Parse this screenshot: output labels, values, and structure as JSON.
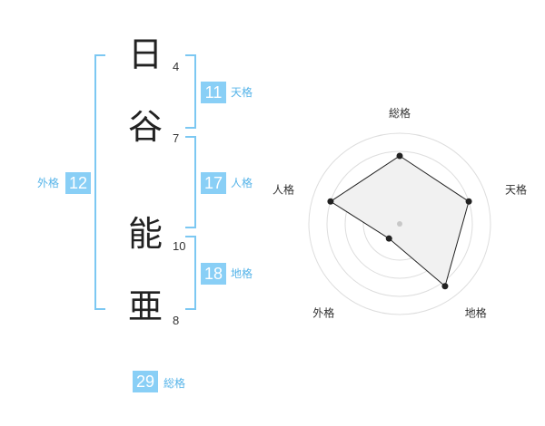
{
  "name": {
    "chars": [
      "日",
      "谷",
      "能",
      "亜"
    ],
    "strokes": [
      "4",
      "7",
      "10",
      "8"
    ]
  },
  "fortunes": {
    "tenkaku": {
      "label": "天格",
      "value": "11"
    },
    "jinkaku": {
      "label": "人格",
      "value": "17"
    },
    "chikaku": {
      "label": "地格",
      "value": "18"
    },
    "gaikaku": {
      "label": "外格",
      "value": "12"
    },
    "soukaku": {
      "label": "総格",
      "value": "29"
    }
  },
  "radar": {
    "axes": [
      "総格",
      "天格",
      "地格",
      "外格",
      "人格"
    ],
    "values": [
      0.75,
      0.8,
      0.85,
      0.2,
      0.8
    ],
    "colors": {
      "accent": "#89cff6",
      "fill": "#f1f1f1",
      "ring": "#dddddd",
      "line": "#222222"
    }
  }
}
